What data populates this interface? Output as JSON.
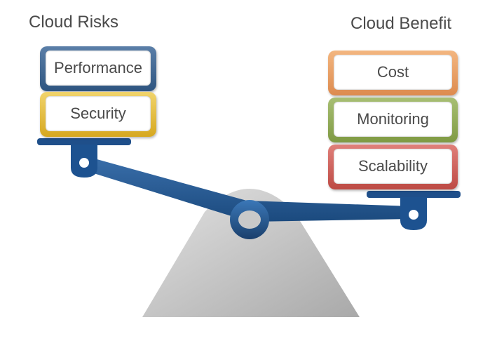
{
  "left_group": {
    "title": "Cloud Risks",
    "items": [
      {
        "label": "Performance"
      },
      {
        "label": "Security"
      }
    ]
  },
  "right_group": {
    "title": "Cloud Benefit",
    "items": [
      {
        "label": "Cost"
      },
      {
        "label": "Monitoring"
      },
      {
        "label": "Scalability"
      }
    ]
  },
  "colors": {
    "beam": "#1f5590",
    "fulcrum": "#c6c6c6",
    "performance": "#3f6a98",
    "security": "#e2b82f",
    "cost": "#e89f63",
    "monitoring": "#93ac59",
    "scalability": "#cf5e58"
  }
}
